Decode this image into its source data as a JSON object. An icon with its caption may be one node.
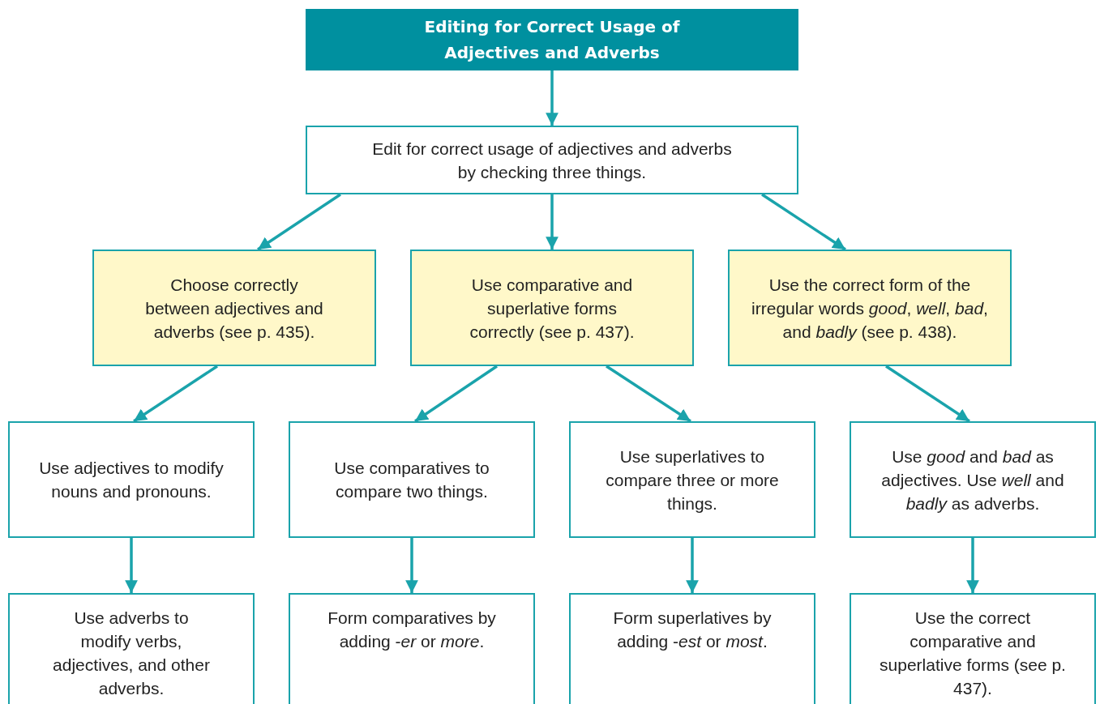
{
  "diagram": {
    "nodes": [
      {
        "text": [
          "Editing for Correct Usage of Adjectives and Adverbs"
        ]
      },
      {
        "text": [
          "Edit for correct usage of adjectives and adverbs by checking three things."
        ]
      },
      {
        "text": [
          "Choose correctly between adjectives and adverbs (see p. 435)."
        ]
      },
      {
        "text": [
          "Use comparative and superlative forms correctly (see p. 437)."
        ]
      },
      {
        "text": [
          "Use the correct form of the irregular words *good*, *well*, *bad*, and *badly* (see p. 438)."
        ]
      },
      {
        "text": [
          "Use adjectives to modify nouns and pronouns."
        ]
      },
      {
        "text": [
          "Use comparatives to compare two things."
        ]
      },
      {
        "text": [
          "Use superlatives to compare three or more things."
        ]
      },
      {
        "text": [
          "Use *good* and *bad* as adjectives. Use *well* and *badly* as adverbs."
        ]
      },
      {
        "text": [
          "Use adverbs to modify verbs, adjectives, and other adverbs."
        ]
      },
      {
        "text": [
          "Form comparatives by adding -*er* or *more*."
        ]
      },
      {
        "text": [
          "Form superlatives by adding -*est* or *most*."
        ]
      },
      {
        "text": [
          "Use the correct comparative and superlative forms (see p. 437)."
        ]
      }
    ],
    "edges": [
      {
        "from": 0,
        "to": 1,
        "arrow": "to"
      },
      {
        "from": 1,
        "to": 2,
        "arrow": "to"
      },
      {
        "from": 1,
        "to": 3,
        "arrow": "to"
      },
      {
        "from": 1,
        "to": 4,
        "arrow": "to"
      },
      {
        "from": 2,
        "to": 5,
        "arrow": "to"
      },
      {
        "from": 3,
        "to": 6,
        "arrow": "to"
      },
      {
        "from": 3,
        "to": 7,
        "arrow": "to"
      },
      {
        "from": 4,
        "to": 8,
        "arrow": "to"
      },
      {
        "from": 5,
        "to": 9,
        "arrow": "to"
      },
      {
        "from": 6,
        "to": 10,
        "arrow": "to"
      },
      {
        "from": 7,
        "to": 11,
        "arrow": "to"
      },
      {
        "from": 8,
        "to": 12,
        "arrow": "to"
      }
    ]
  }
}
